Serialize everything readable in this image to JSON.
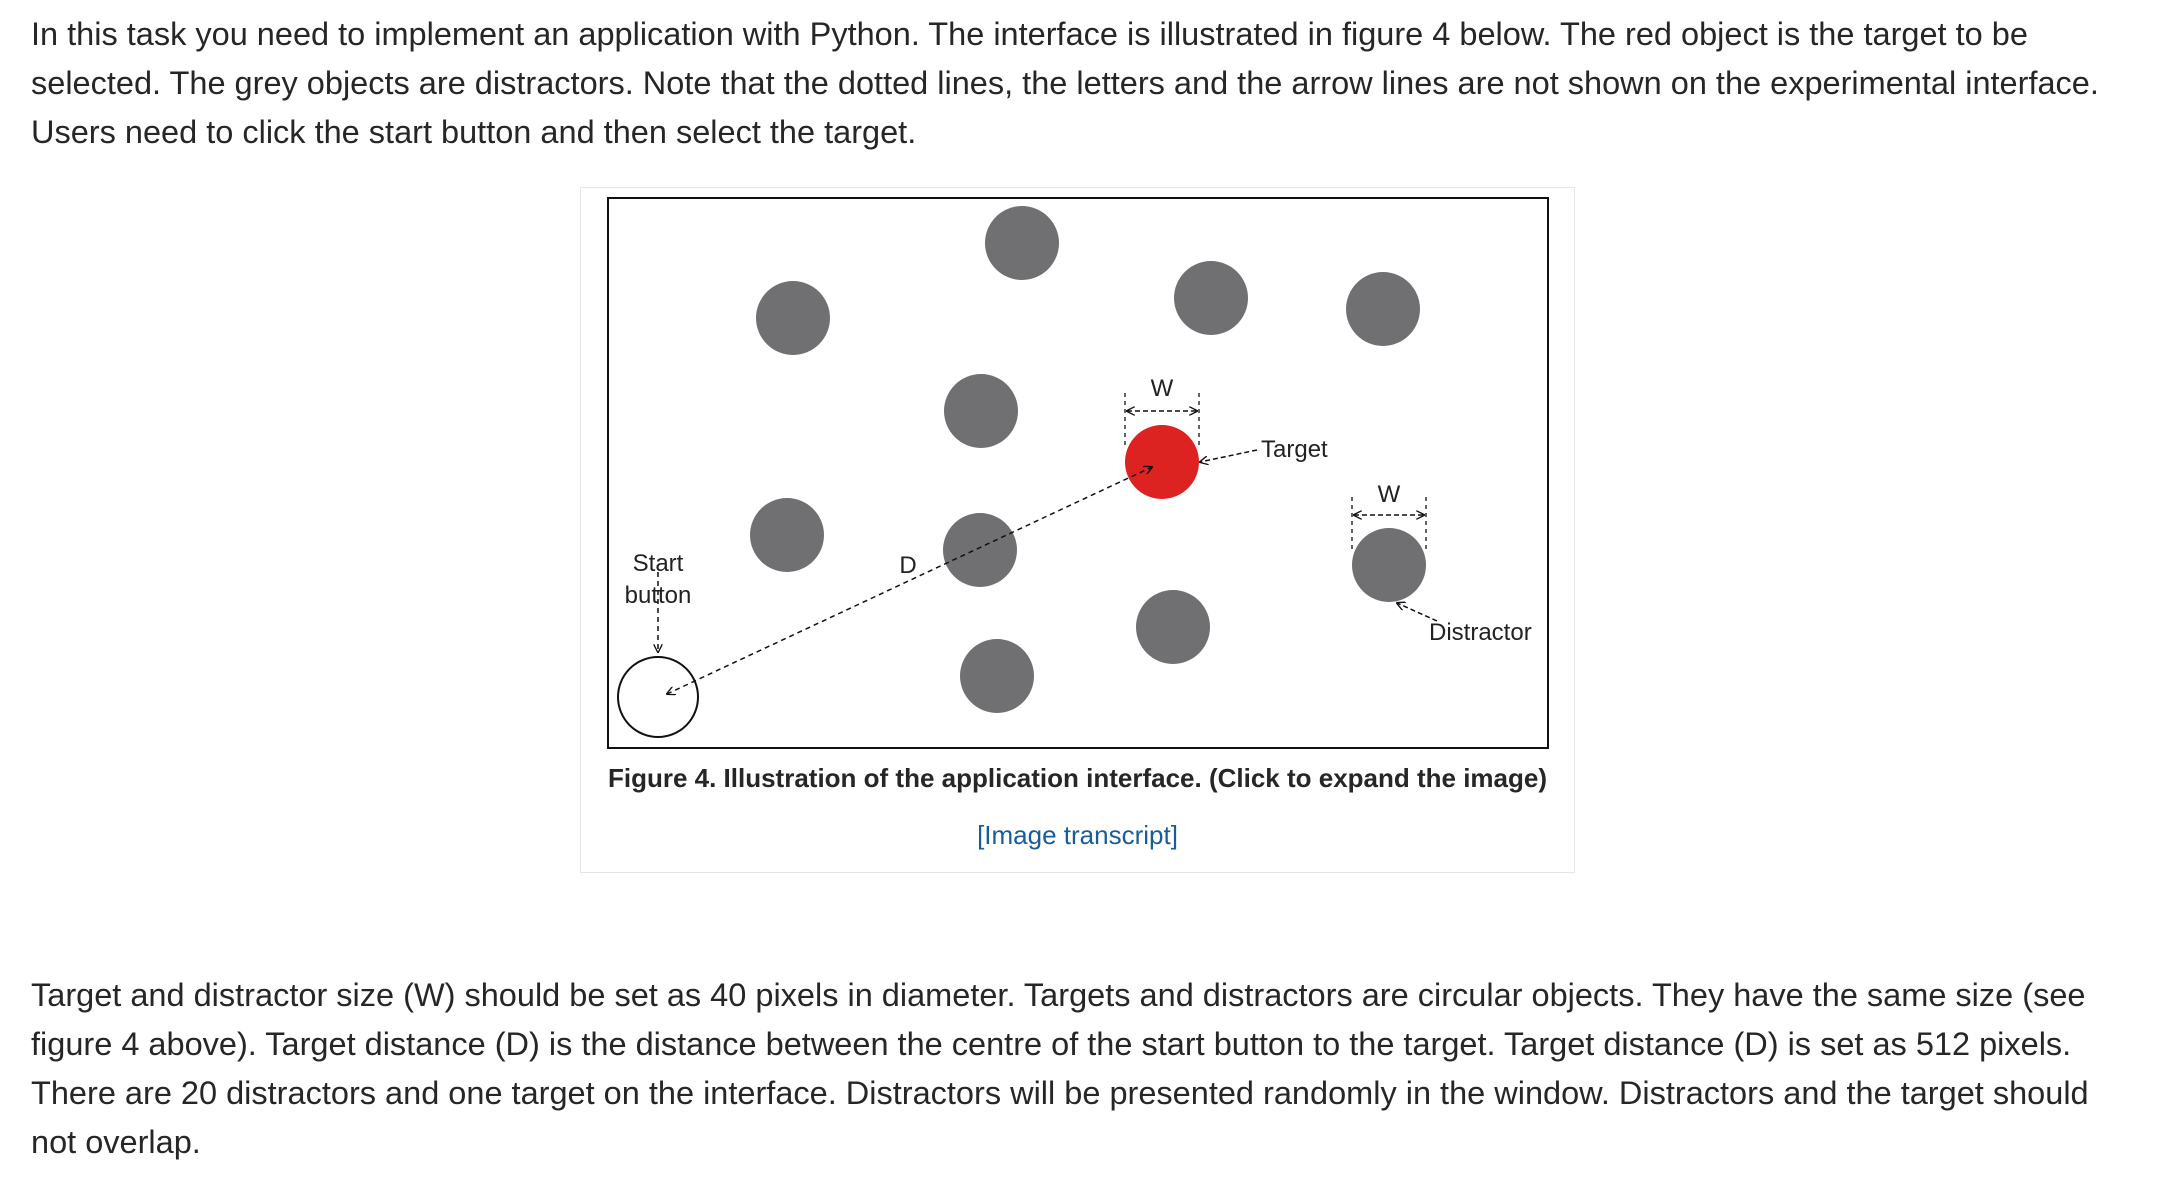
{
  "paragraphs": {
    "intro": "In this task you need to implement an application with Python. The interface is illustrated in figure 4 below. The red object is the target to be selected. The grey objects are distractors. Note that the dotted lines, the letters and the arrow lines are not shown on the experimental interface. Users need to click the start button and then select the target.",
    "details": "Target and distractor size (W) should be set as 40 pixels in diameter. Targets and distractors are circular objects. They have the same size (see figure 4 above). Target distance (D) is the distance between the centre of the start button to the target. Target distance (D) is set as 512 pixels. There are 20 distractors and one target on the interface. Distractors will be presented randomly in the window. Distractors and the target should not overlap."
  },
  "figure": {
    "caption": "Figure 4. Illustration of the application interface. (Click to expand the image)",
    "transcript_link": "[Image transcript]",
    "labels": {
      "start_line1": "Start",
      "start_line2": "button",
      "distance": "D",
      "width_target": "W",
      "width_distractor": "W",
      "target": "Target",
      "distractor": "Distractor"
    },
    "colors": {
      "target": "#dd2222",
      "distractor": "#707073",
      "frame": "#111111"
    }
  }
}
